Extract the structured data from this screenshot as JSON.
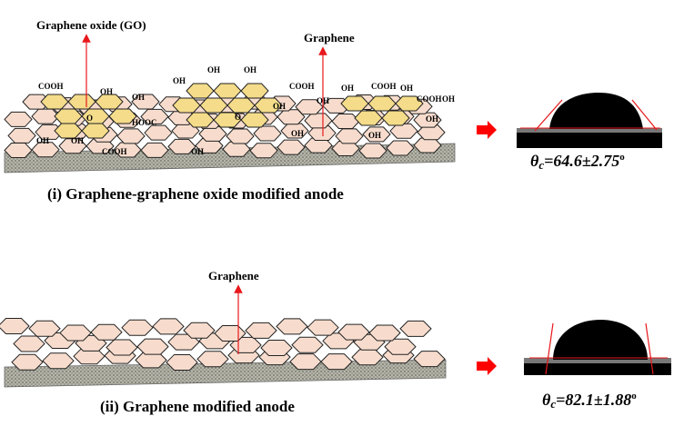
{
  "panel_i": {
    "caption": "(i) Graphene-graphene oxide modified anode",
    "go_label": "Graphene oxide (GO)",
    "graphene_label": "Graphene",
    "functional_groups": [
      "COOH",
      "OH",
      "OH",
      "HOOC",
      "O",
      "OH",
      "OH",
      "OH",
      "OH",
      "COOH",
      "OH",
      "O",
      "OH",
      "OH",
      "OH",
      "COOH",
      "OH",
      "OH",
      "COOH",
      "OH",
      "OH",
      "OH",
      "COOH",
      "OH"
    ],
    "contact_angle": {
      "symbol": "θ",
      "subscript": "c",
      "value": "=64.6±2.75",
      "unit": "o"
    }
  },
  "panel_ii": {
    "caption": "(ii) Graphene modified anode",
    "graphene_label": "Graphene",
    "contact_angle": {
      "symbol": "θ",
      "subscript": "c",
      "value": "=82.1±1.88",
      "unit": "o"
    }
  },
  "colors": {
    "graphene_fill": "#f7dccd",
    "go_fill": "#f4dc8a",
    "substrate": "#9a9a8e",
    "arrow_red": "#e8171b",
    "pointer_red": "#ff0000",
    "droplet": "#000000"
  }
}
